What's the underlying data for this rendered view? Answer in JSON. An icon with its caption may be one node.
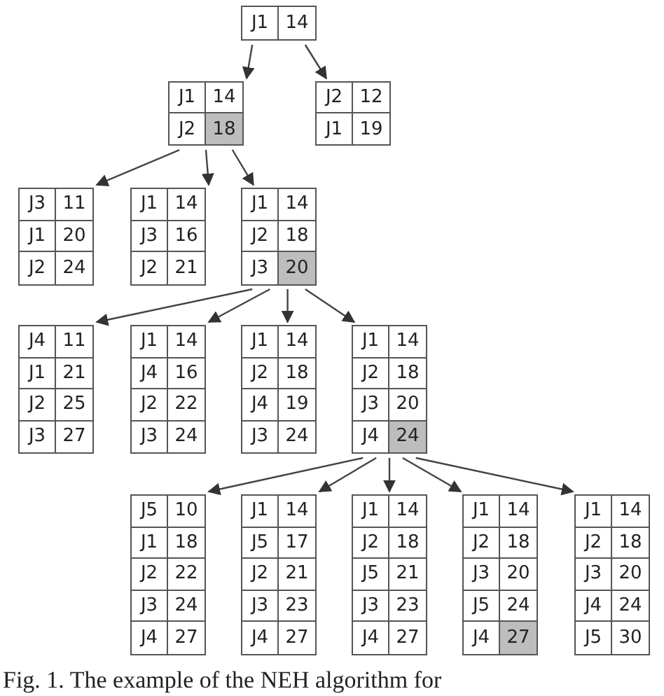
{
  "diagram": {
    "caption": "Fig. 1. The example of the NEH algorithm for",
    "nodes": [
      {
        "text": [
          "J1",
          "14"
        ]
      },
      {
        "text": [
          "J1",
          "14",
          "J2",
          "18"
        ]
      },
      {
        "text": [
          "J2",
          "12",
          "J1",
          "19"
        ]
      },
      {
        "text": [
          "J3",
          "11",
          "J1",
          "20",
          "J2",
          "24"
        ]
      },
      {
        "text": [
          "J1",
          "14",
          "J3",
          "16",
          "J2",
          "21"
        ]
      },
      {
        "text": [
          "J1",
          "14",
          "J2",
          "18",
          "J3",
          "20"
        ]
      },
      {
        "text": [
          "J4",
          "11",
          "J1",
          "21",
          "J2",
          "25",
          "J3",
          "27"
        ]
      },
      {
        "text": [
          "J1",
          "14",
          "J4",
          "16",
          "J2",
          "22",
          "J3",
          "24"
        ]
      },
      {
        "text": [
          "J1",
          "14",
          "J2",
          "18",
          "J4",
          "19",
          "J3",
          "24"
        ]
      },
      {
        "text": [
          "J1",
          "14",
          "J2",
          "18",
          "J3",
          "20",
          "J4",
          "24"
        ]
      },
      {
        "text": [
          "J5",
          "10",
          "J1",
          "18",
          "J2",
          "22",
          "J3",
          "24",
          "J4",
          "27"
        ]
      },
      {
        "text": [
          "J1",
          "14",
          "J5",
          "17",
          "J2",
          "21",
          "J3",
          "23",
          "J4",
          "27"
        ]
      },
      {
        "text": [
          "J1",
          "14",
          "J2",
          "18",
          "J5",
          "21",
          "J3",
          "23",
          "J4",
          "27"
        ]
      },
      {
        "text": [
          "J1",
          "14",
          "J2",
          "18",
          "J3",
          "20",
          "J5",
          "24",
          "J4",
          "27"
        ]
      },
      {
        "text": [
          "J1",
          "14",
          "J2",
          "18",
          "J3",
          "20",
          "J4",
          "24",
          "J5",
          "30"
        ]
      }
    ],
    "edges": [
      {
        "from": 0,
        "to": 1,
        "arrow": "to"
      },
      {
        "from": 0,
        "to": 2,
        "arrow": "to"
      },
      {
        "from": 1,
        "to": 3,
        "arrow": "to"
      },
      {
        "from": 1,
        "to": 4,
        "arrow": "to"
      },
      {
        "from": 1,
        "to": 5,
        "arrow": "to"
      },
      {
        "from": 5,
        "to": 6,
        "arrow": "to"
      },
      {
        "from": 5,
        "to": 7,
        "arrow": "to"
      },
      {
        "from": 5,
        "to": 8,
        "arrow": "to"
      },
      {
        "from": 5,
        "to": 9,
        "arrow": "to"
      },
      {
        "from": 9,
        "to": 10,
        "arrow": "to"
      },
      {
        "from": 9,
        "to": 11,
        "arrow": "to"
      },
      {
        "from": 9,
        "to": 12,
        "arrow": "to"
      },
      {
        "from": 9,
        "to": 13,
        "arrow": "to"
      },
      {
        "from": 9,
        "to": 14,
        "arrow": "to"
      }
    ]
  }
}
